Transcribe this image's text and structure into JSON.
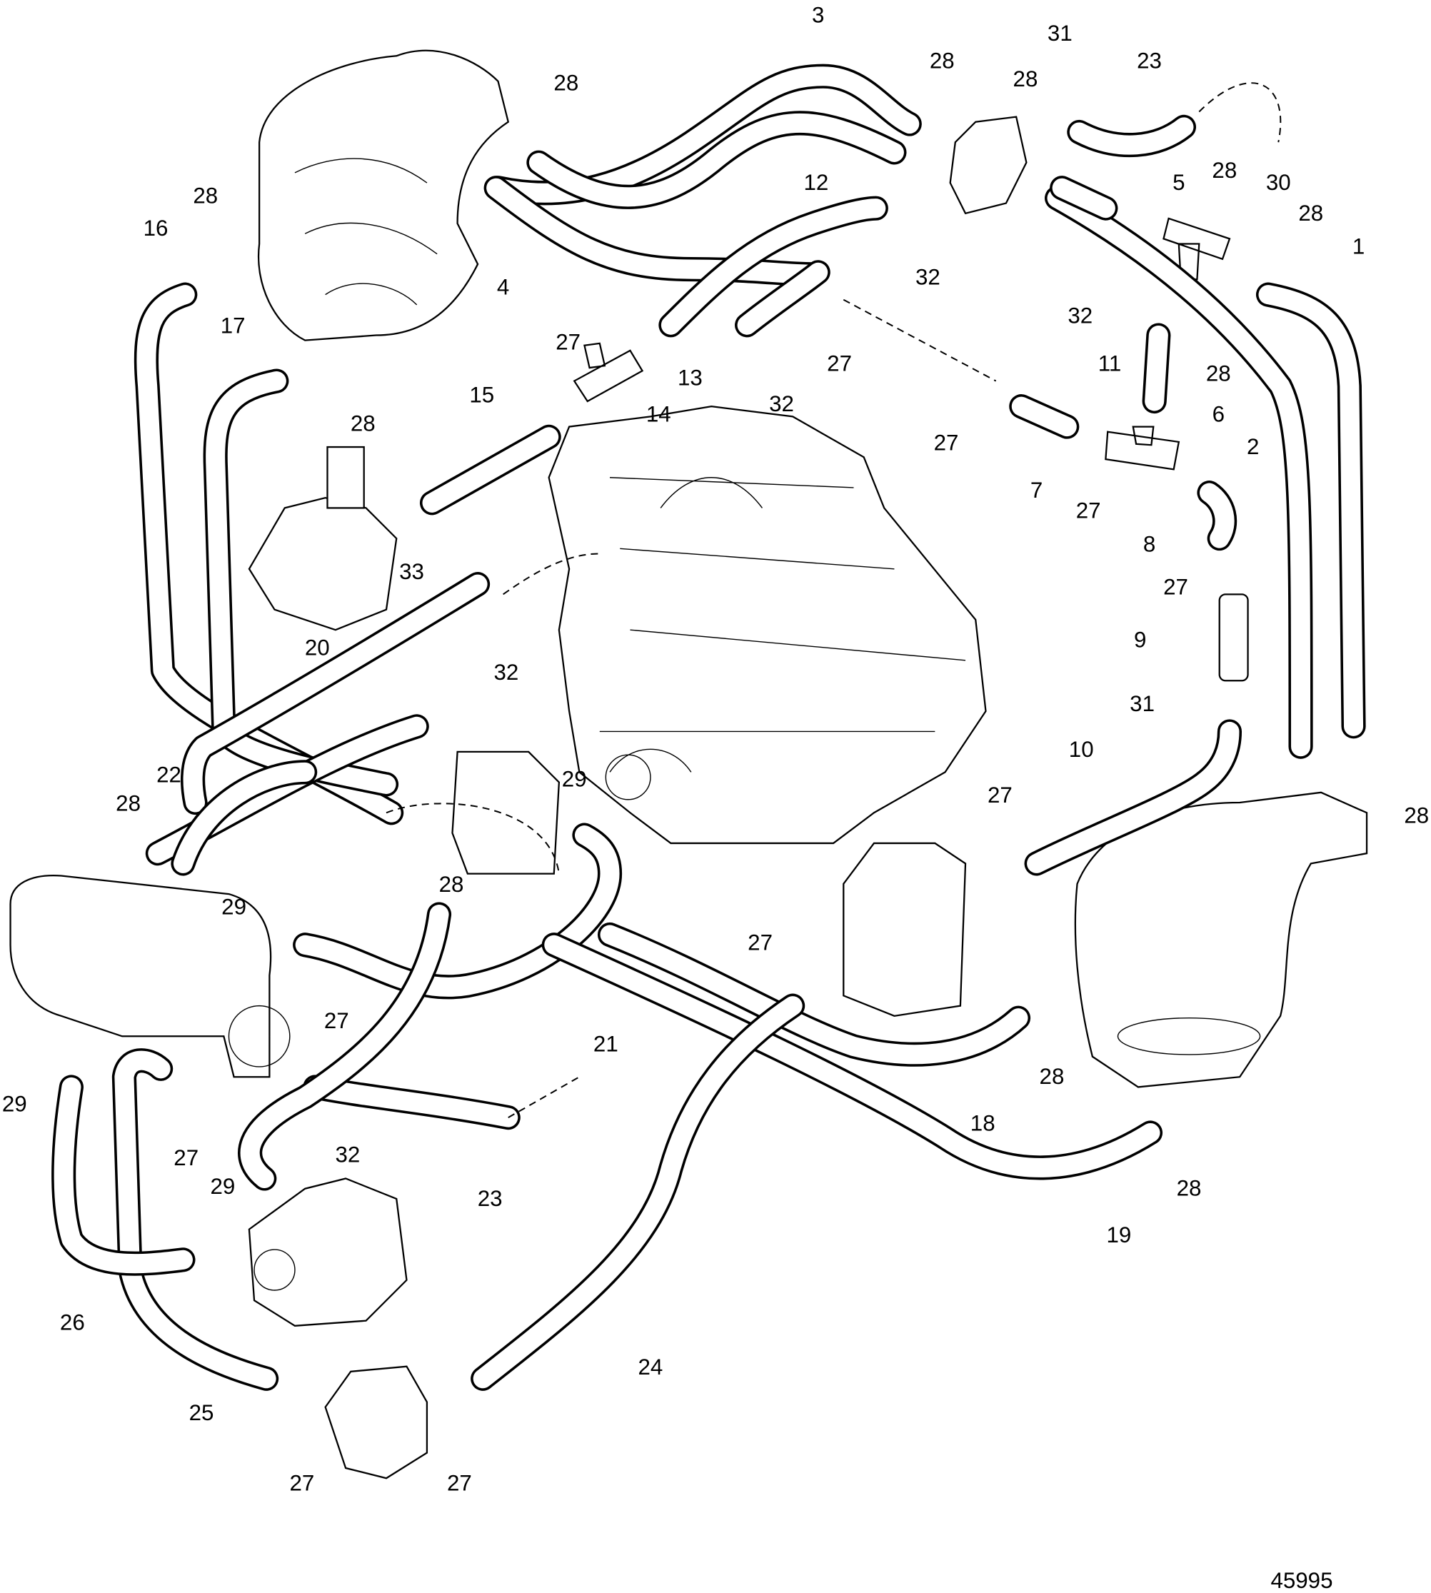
{
  "diagram": {
    "figure_number": "45995",
    "callouts": [
      "3",
      "28",
      "28",
      "31",
      "28",
      "23",
      "28",
      "30",
      "5",
      "28",
      "1",
      "28",
      "16",
      "12",
      "4",
      "32",
      "32",
      "17",
      "27",
      "13",
      "27",
      "11",
      "28",
      "15",
      "14",
      "32",
      "28",
      "6",
      "27",
      "2",
      "7",
      "27",
      "8",
      "33",
      "27",
      "20",
      "32",
      "9",
      "31",
      "10",
      "22",
      "29",
      "27",
      "28",
      "28",
      "28",
      "29",
      "27",
      "21",
      "27",
      "28",
      "18",
      "29",
      "27",
      "32",
      "23",
      "28",
      "29",
      "19",
      "26",
      "24",
      "25",
      "27",
      "27"
    ]
  }
}
